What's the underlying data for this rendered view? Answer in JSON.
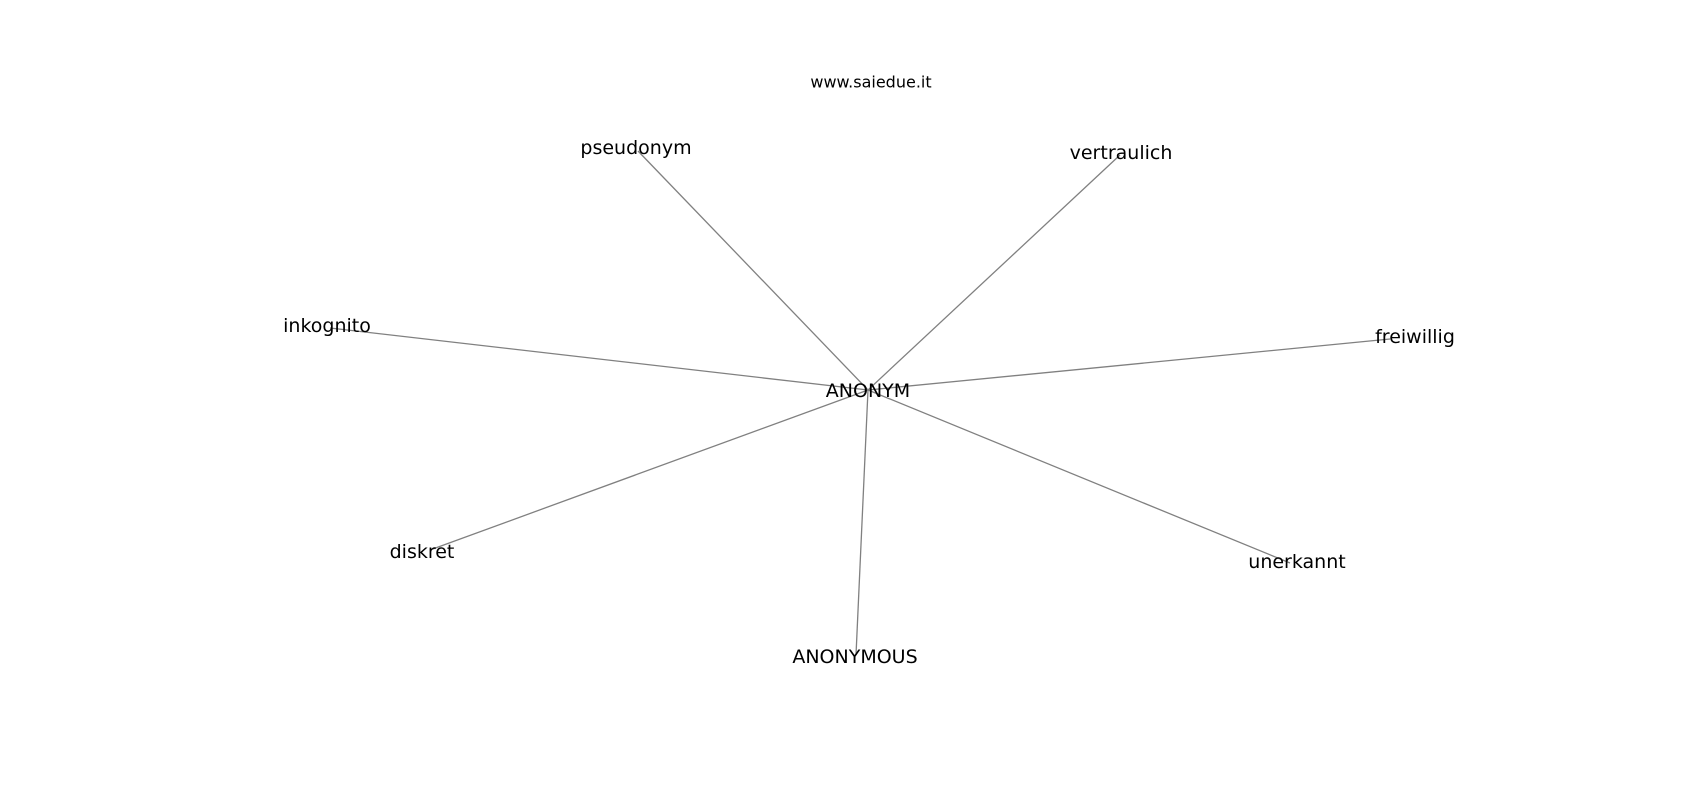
{
  "source": "www.saiedue.it",
  "graph": {
    "center": "ANONYM",
    "neighbors": [
      "pseudonym",
      "vertraulich",
      "inkognito",
      "freiwillig",
      "diskret",
      "unerkannt",
      "ANONYMOUS"
    ]
  },
  "colors": {
    "edge": "#808080",
    "text": "#000000",
    "background": "#ffffff"
  }
}
